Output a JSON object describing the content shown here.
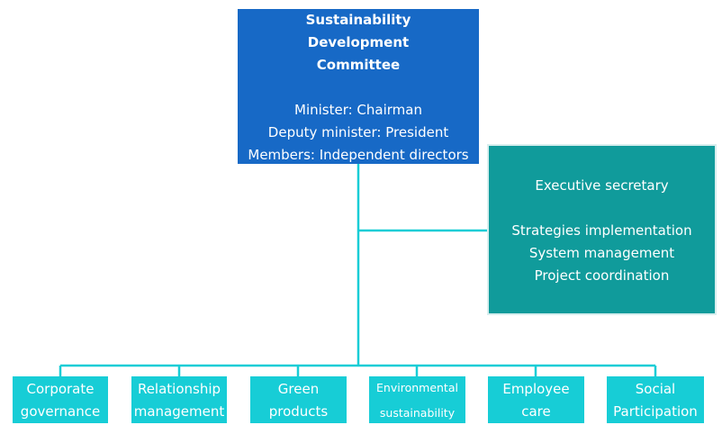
{
  "committee": {
    "title_line1": "Sustainability",
    "title_line2": "Development",
    "title_line3": "Committee",
    "minister": "Minister: Chairman",
    "deputy": "Deputy minister: President",
    "members": "Members: Independent directors"
  },
  "secretary": {
    "title": "Executive secretary",
    "duties": [
      "Strategies implementation",
      "System management",
      "Project coordination"
    ]
  },
  "units": [
    {
      "line1": "Corporate",
      "line2": "governance"
    },
    {
      "line1": "Relationship",
      "line2": "management"
    },
    {
      "line1": "Green",
      "line2": "products"
    },
    {
      "line1": "Environmental",
      "line2": "sustainability"
    },
    {
      "line1": "Employee",
      "line2": "care"
    },
    {
      "line1": "Social",
      "line2": "Participation"
    }
  ],
  "colors": {
    "committee": "#1769c6",
    "secretary": "#109b9b",
    "units": "#17cdd6",
    "connector": "#17cdd6"
  }
}
